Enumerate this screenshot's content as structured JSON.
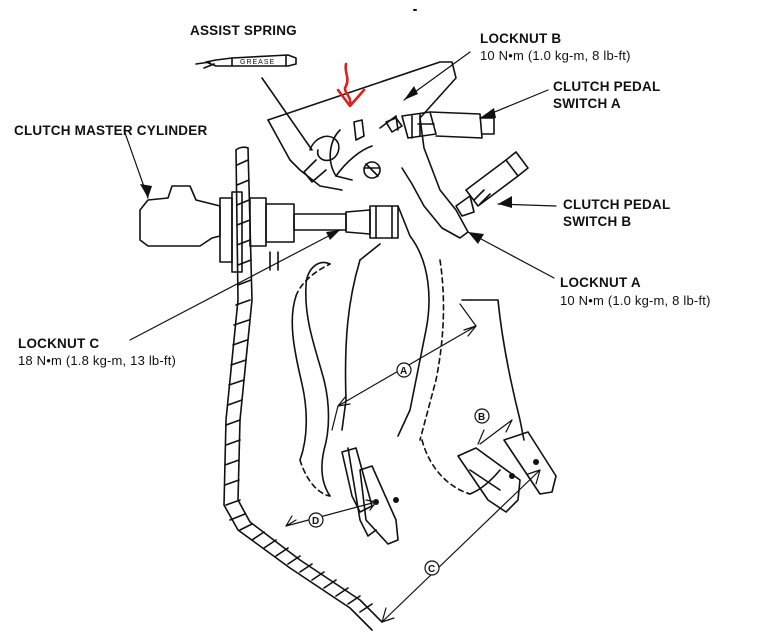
{
  "labels": {
    "assist_spring": "ASSIST SPRING",
    "grease": "GREASE",
    "locknut_b": "LOCKNUT B",
    "locknut_b_torque": "10 N•m (1.0 kg-m, 8 lb-ft)",
    "switch_a_line1": "CLUTCH PEDAL",
    "switch_a_line2": "SWITCH A",
    "master_cylinder": "CLUTCH MASTER CYLINDER",
    "switch_b_line1": "CLUTCH PEDAL",
    "switch_b_line2": "SWITCH B",
    "locknut_a": "LOCKNUT A",
    "locknut_a_torque": "10 N•m (1.0 kg-m, 8 lb-ft)",
    "locknut_c": "LOCKNUT C",
    "locknut_c_torque": "18 N•m (1.8 kg-m, 13 lb-ft)"
  },
  "dimensions": {
    "a": "A",
    "b": "B",
    "c": "C",
    "d": "D"
  },
  "colors": {
    "ink": "#111111",
    "annotation_red": "#e0201a"
  }
}
